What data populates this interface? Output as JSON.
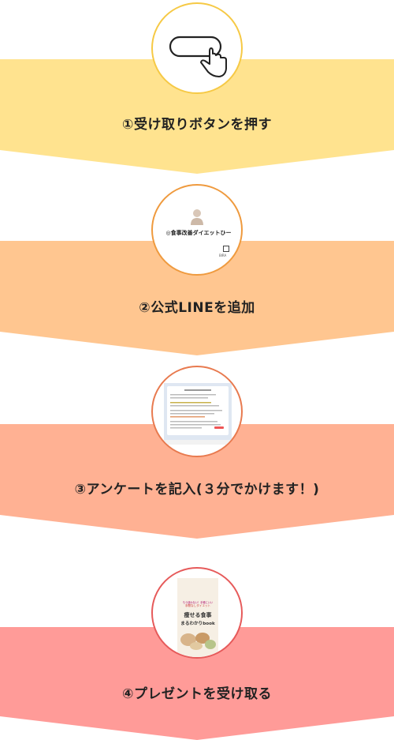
{
  "steps": [
    {
      "label": "①受け取りボタンを押す",
      "color": "#FFE38F",
      "ring": "#F6C945",
      "icon": "tap-button-icon"
    },
    {
      "label": "②公式LINEを追加",
      "color": "#FFC690",
      "ring": "#EF9A3E",
      "icon": "line-profile-thumbnail",
      "profile_name": "◎食事改善ダイエットひー",
      "profile_side": "BIRA"
    },
    {
      "label": "③アンケートを記入(３分でかけます！)",
      "color": "#FFB193",
      "ring": "#E87A4F",
      "icon": "chat-screen-thumbnail"
    },
    {
      "label": "④プレゼントを受け取る",
      "color": "#FF9B98",
      "ring": "#E65A5A",
      "icon": "ebook-cover-thumbnail",
      "book_top": "もう迷わない！手軽にいい",
      "book_sub": "手間なしダイエット",
      "book_title1": "痩せる食事",
      "book_title2": "まるわかりbook"
    }
  ]
}
